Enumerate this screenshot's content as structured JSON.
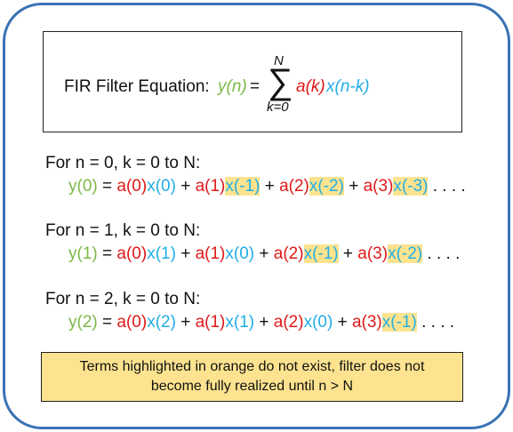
{
  "title": {
    "label": "FIR Filter Equation:",
    "lhs": "y(n)",
    "equals": "=",
    "sum_upper": "N",
    "sum_symbol": "∑",
    "sum_lower": "k=0",
    "coef": "a(k)",
    "input": "x(n-k)"
  },
  "cases": [
    {
      "heading": "For n = 0, k = 0 to N:",
      "lhs": "y(0)",
      "terms": [
        {
          "a": "a(0)",
          "x": "x(0)",
          "nonexistent": false
        },
        {
          "a": "a(1)",
          "x": "x(-1)",
          "nonexistent": true
        },
        {
          "a": "a(2)",
          "x": "x(-2)",
          "nonexistent": true
        },
        {
          "a": "a(3)",
          "x": "x(-3)",
          "nonexistent": true
        }
      ],
      "ellipsis": ". . . ."
    },
    {
      "heading": "For n = 1, k = 0 to N:",
      "lhs": "y(1)",
      "terms": [
        {
          "a": "a(0)",
          "x": "x(1)",
          "nonexistent": false
        },
        {
          "a": "a(1)",
          "x": "x(0)",
          "nonexistent": false
        },
        {
          "a": "a(2)",
          "x": "x(-1)",
          "nonexistent": true
        },
        {
          "a": "a(3)",
          "x": "x(-2)",
          "nonexistent": true
        }
      ],
      "ellipsis": ". . . ."
    },
    {
      "heading": "For n = 2, k = 0 to N:",
      "lhs": "y(2)",
      "terms": [
        {
          "a": "a(0)",
          "x": "x(2)",
          "nonexistent": false
        },
        {
          "a": "a(1)",
          "x": "x(1)",
          "nonexistent": false
        },
        {
          "a": "a(2)",
          "x": "x(0)",
          "nonexistent": false
        },
        {
          "a": "a(3)",
          "x": "x(-1)",
          "nonexistent": true
        }
      ],
      "ellipsis": ". . . ."
    }
  ],
  "note": {
    "line1": "Terms highlighted in orange do not exist, filter does not",
    "line2": "become fully realized until n > N"
  },
  "colors": {
    "frame": "#3a72b5",
    "output": "#7db846",
    "coefficient": "#e01818",
    "input": "#20aee6",
    "highlight": "#fde38f"
  }
}
